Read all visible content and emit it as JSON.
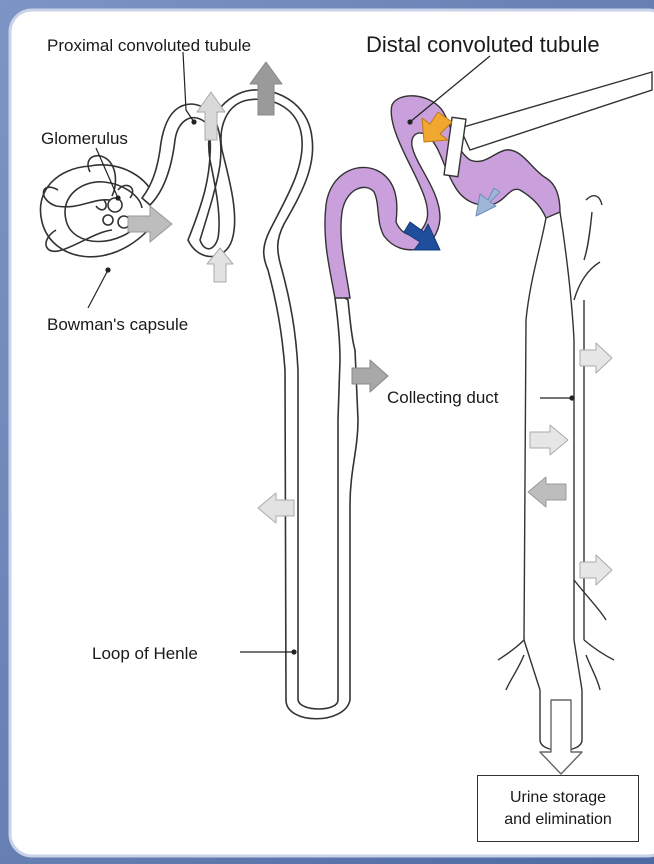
{
  "labels": {
    "proximal": "Proximal convoluted tubule",
    "distal": "Distal convoluted tubule",
    "glomerulus": "Glomerulus",
    "bowman": "Bowman's capsule",
    "collecting": "Collecting duct",
    "henle": "Loop of Henle",
    "urine_line1": "Urine storage",
    "urine_line2": "and elimination"
  },
  "colors": {
    "frame_border": "#6f87b8",
    "frame_fill": "#ffffff",
    "distal_tubule": "#c9a0dc",
    "arrow_gray_light": "#d9d9d9",
    "arrow_gray_dark": "#9a9a9a",
    "arrow_orange": "#f0a830",
    "arrow_blue_dark": "#1f4e9c",
    "arrow_blue_light": "#9fb6d8",
    "outline": "#333333"
  }
}
